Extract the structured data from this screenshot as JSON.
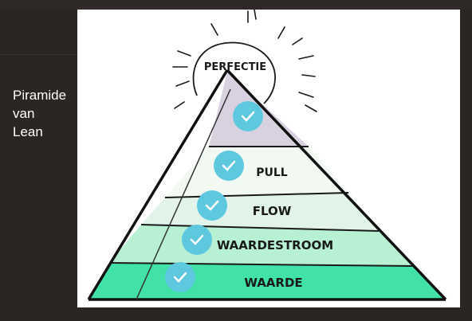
{
  "slide": {
    "title": "Piramide\nvan\nLean"
  },
  "pyramid": {
    "levels": [
      {
        "label": "PERFECTIE",
        "color": "#d8d2e0"
      },
      {
        "label": "PULL",
        "color": "#f1f7f1"
      },
      {
        "label": "FLOW",
        "color": "#e3f4ea"
      },
      {
        "label": "WAARDESTROOM",
        "color": "#b7f0d4"
      },
      {
        "label": "WAARDE",
        "color": "#3fe3a8"
      }
    ],
    "check_icon": "check-icon",
    "check_color": "#5ec9de"
  }
}
